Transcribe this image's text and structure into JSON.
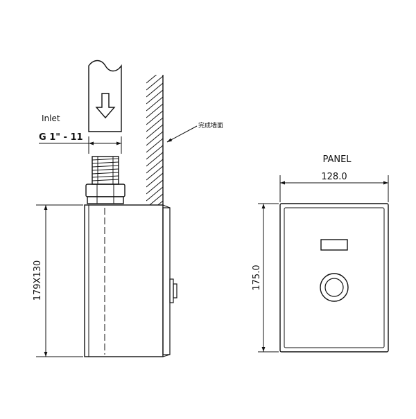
{
  "labels": {
    "inlet": "Inlet",
    "thread": "G 1\" - 11",
    "wall_note": "完成墙面",
    "panel_title": "PANEL",
    "dim_height_left": "179X130",
    "dim_panel_width": "128.0",
    "dim_panel_height": "175.0"
  },
  "colors": {
    "line": "#111111",
    "background": "#ffffff"
  },
  "icons": {
    "flow_arrow": "down-arrow-icon",
    "sensor_window": "sensor-window-icon",
    "flush_button": "round-button-icon"
  }
}
